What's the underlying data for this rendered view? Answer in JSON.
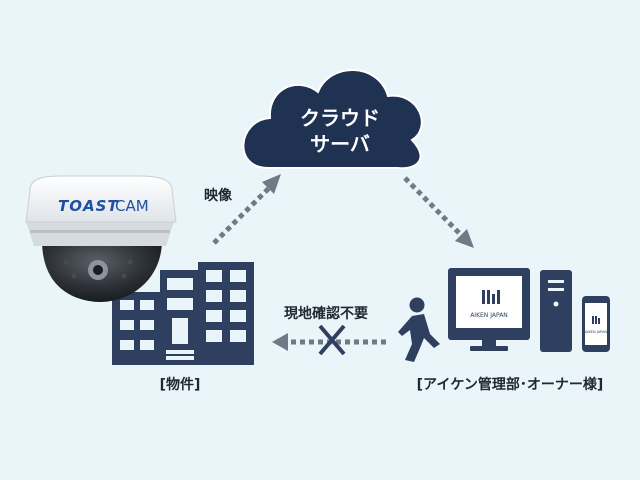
{
  "colors": {
    "background": "#eaf5f9",
    "navy": "#2f3f5f",
    "cloud_fill": "#1f3252",
    "arrow": "#6f7a86",
    "camera_body": "#f4f6f8",
    "brand_blue": "#1f4fa0"
  },
  "cloud": {
    "line1": "クラウド",
    "line2": "サーバ"
  },
  "camera": {
    "brand_toast": "TOAST",
    "brand_cam": "CAM"
  },
  "labels": {
    "video": "映像",
    "no_site_visit": "現地確認不要",
    "property": "[物件]",
    "owner": "[アイケン管理部･オーナー様]"
  },
  "monitor": {
    "brand": "AIKEN JAPAN"
  },
  "phone": {
    "brand": "AIKEN JAPAN"
  },
  "icons": {
    "cloud": "cloud-icon",
    "camera": "security-camera-icon",
    "building": "building-icon",
    "person": "walking-person-icon",
    "monitor": "desktop-computer-icon",
    "phone": "smartphone-icon",
    "cross": "cross-mark-icon"
  }
}
